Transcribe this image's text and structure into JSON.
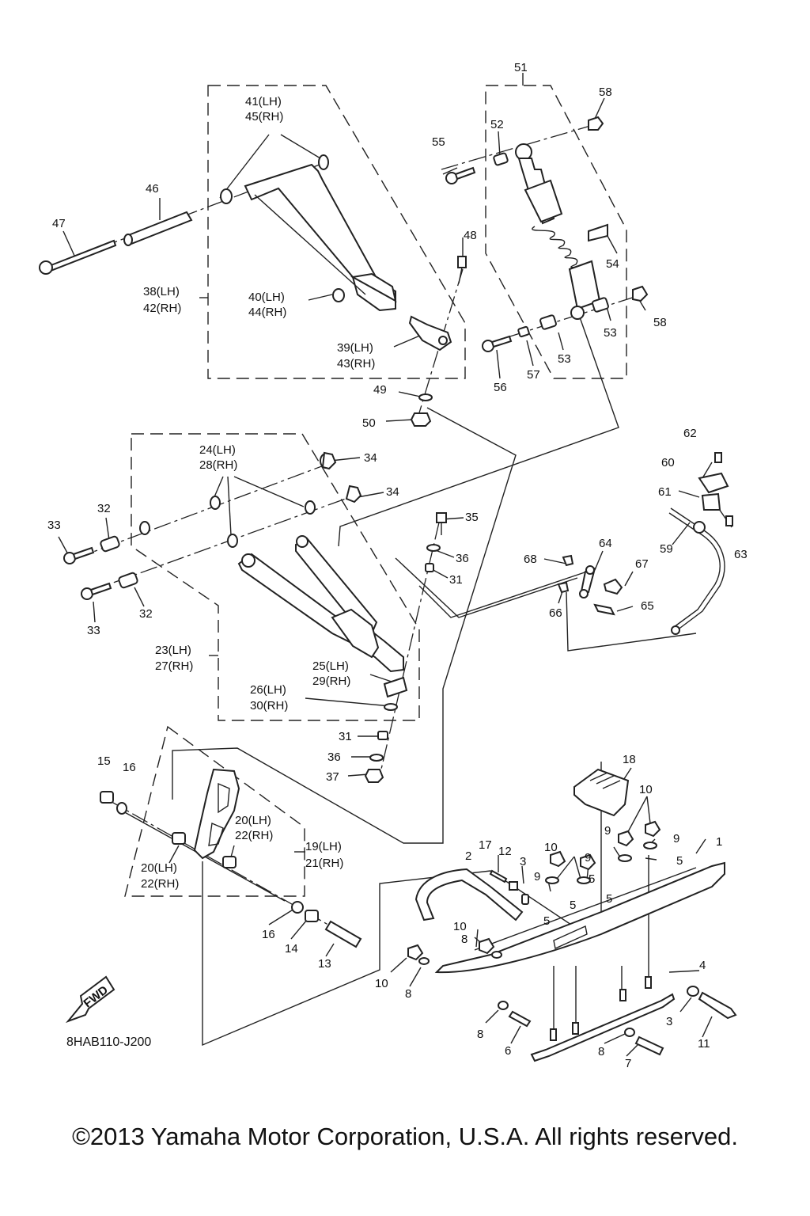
{
  "diagram": {
    "part_labels": [
      {
        "id": "1",
        "text": "1"
      },
      {
        "id": "2",
        "text": "2"
      },
      {
        "id": "3a",
        "text": "3"
      },
      {
        "id": "3b",
        "text": "3"
      },
      {
        "id": "4",
        "text": "4"
      },
      {
        "id": "5a",
        "text": "5"
      },
      {
        "id": "5b",
        "text": "5"
      },
      {
        "id": "5c",
        "text": "5"
      },
      {
        "id": "5d",
        "text": "5"
      },
      {
        "id": "5e",
        "text": "5"
      },
      {
        "id": "6",
        "text": "6"
      },
      {
        "id": "7",
        "text": "7"
      },
      {
        "id": "8a",
        "text": "8"
      },
      {
        "id": "8b",
        "text": "8"
      },
      {
        "id": "8c",
        "text": "8"
      },
      {
        "id": "8d",
        "text": "8"
      },
      {
        "id": "9a",
        "text": "9"
      },
      {
        "id": "9b",
        "text": "9"
      },
      {
        "id": "9c",
        "text": "9"
      },
      {
        "id": "9d",
        "text": "9"
      },
      {
        "id": "10a",
        "text": "10"
      },
      {
        "id": "10b",
        "text": "10"
      },
      {
        "id": "10c",
        "text": "10"
      },
      {
        "id": "10d",
        "text": "10"
      },
      {
        "id": "11",
        "text": "11"
      },
      {
        "id": "12",
        "text": "12"
      },
      {
        "id": "13",
        "text": "13"
      },
      {
        "id": "14",
        "text": "14"
      },
      {
        "id": "15",
        "text": "15"
      },
      {
        "id": "16a",
        "text": "16"
      },
      {
        "id": "16b",
        "text": "16"
      },
      {
        "id": "17",
        "text": "17"
      },
      {
        "id": "18",
        "text": "18"
      },
      {
        "id": "19",
        "text": "19(LH)"
      },
      {
        "id": "21",
        "text": "21(RH)"
      },
      {
        "id": "20a",
        "text": "20(LH)"
      },
      {
        "id": "22a",
        "text": "22(RH)"
      },
      {
        "id": "20b",
        "text": "20(LH)"
      },
      {
        "id": "22b",
        "text": "22(RH)"
      },
      {
        "id": "23",
        "text": "23(LH)"
      },
      {
        "id": "27",
        "text": "27(RH)"
      },
      {
        "id": "24",
        "text": "24(LH)"
      },
      {
        "id": "28",
        "text": "28(RH)"
      },
      {
        "id": "25",
        "text": "25(LH)"
      },
      {
        "id": "29",
        "text": "29(RH)"
      },
      {
        "id": "26",
        "text": "26(LH)"
      },
      {
        "id": "30",
        "text": "30(RH)"
      },
      {
        "id": "31a",
        "text": "31"
      },
      {
        "id": "31b",
        "text": "31"
      },
      {
        "id": "32a",
        "text": "32"
      },
      {
        "id": "32b",
        "text": "32"
      },
      {
        "id": "33a",
        "text": "33"
      },
      {
        "id": "33b",
        "text": "33"
      },
      {
        "id": "34a",
        "text": "34"
      },
      {
        "id": "34b",
        "text": "34"
      },
      {
        "id": "35",
        "text": "35"
      },
      {
        "id": "36a",
        "text": "36"
      },
      {
        "id": "36b",
        "text": "36"
      },
      {
        "id": "37",
        "text": "37"
      },
      {
        "id": "38",
        "text": "38(LH)"
      },
      {
        "id": "42",
        "text": "42(RH)"
      },
      {
        "id": "39",
        "text": "39(LH)"
      },
      {
        "id": "43",
        "text": "43(RH)"
      },
      {
        "id": "40",
        "text": "40(LH)"
      },
      {
        "id": "44",
        "text": "44(RH)"
      },
      {
        "id": "41",
        "text": "41(LH)"
      },
      {
        "id": "45",
        "text": "45(RH)"
      },
      {
        "id": "46",
        "text": "46"
      },
      {
        "id": "47",
        "text": "47"
      },
      {
        "id": "48",
        "text": "48"
      },
      {
        "id": "49",
        "text": "49"
      },
      {
        "id": "50",
        "text": "50"
      },
      {
        "id": "51",
        "text": "51"
      },
      {
        "id": "52",
        "text": "52"
      },
      {
        "id": "53a",
        "text": "53"
      },
      {
        "id": "53b",
        "text": "53"
      },
      {
        "id": "54",
        "text": "54"
      },
      {
        "id": "55",
        "text": "55"
      },
      {
        "id": "56",
        "text": "56"
      },
      {
        "id": "57",
        "text": "57"
      },
      {
        "id": "58a",
        "text": "58"
      },
      {
        "id": "58b",
        "text": "58"
      },
      {
        "id": "59",
        "text": "59"
      },
      {
        "id": "60",
        "text": "60"
      },
      {
        "id": "61",
        "text": "61"
      },
      {
        "id": "62",
        "text": "62"
      },
      {
        "id": "63",
        "text": "63"
      },
      {
        "id": "64",
        "text": "64"
      },
      {
        "id": "65",
        "text": "65"
      },
      {
        "id": "66",
        "text": "66"
      },
      {
        "id": "67",
        "text": "67"
      },
      {
        "id": "68",
        "text": "68"
      }
    ],
    "fwd_label": "FWD",
    "diagram_code": "8HAB110-J200"
  },
  "copyright": "©2013 Yamaha Motor Corporation, U.S.A. All rights reserved."
}
